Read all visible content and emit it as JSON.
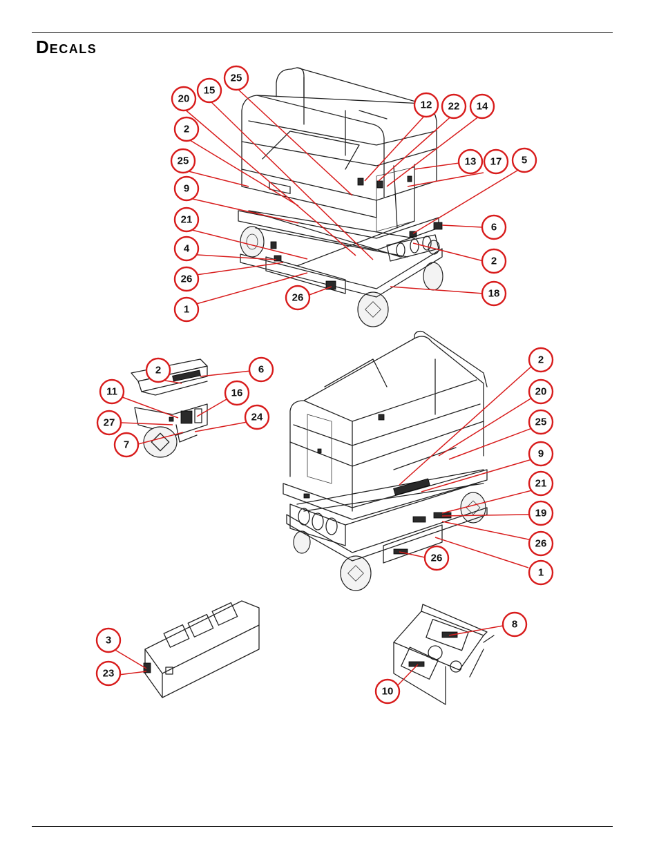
{
  "page": {
    "title_first": "D",
    "title_rest": "ECALS"
  },
  "views": {
    "top": {
      "callouts": [
        "25",
        "15",
        "20",
        "2",
        "25",
        "9",
        "21",
        "4",
        "26",
        "1",
        "26",
        "12",
        "22",
        "14",
        "13",
        "17",
        "5",
        "6",
        "2",
        "18"
      ]
    },
    "detail": {
      "callouts": [
        "2",
        "6",
        "11",
        "16",
        "27",
        "24",
        "7"
      ]
    },
    "bottom": {
      "callouts": [
        "2",
        "20",
        "25",
        "9",
        "21",
        "19",
        "26",
        "26",
        "1"
      ]
    },
    "battery_tray": {
      "callouts": [
        "3",
        "23"
      ]
    },
    "motor_tray": {
      "callouts": [
        "8",
        "10"
      ]
    }
  },
  "colors": {
    "callout_ring": "#d81c1c",
    "leader": "#d81c1c",
    "line_art": "#222222"
  }
}
